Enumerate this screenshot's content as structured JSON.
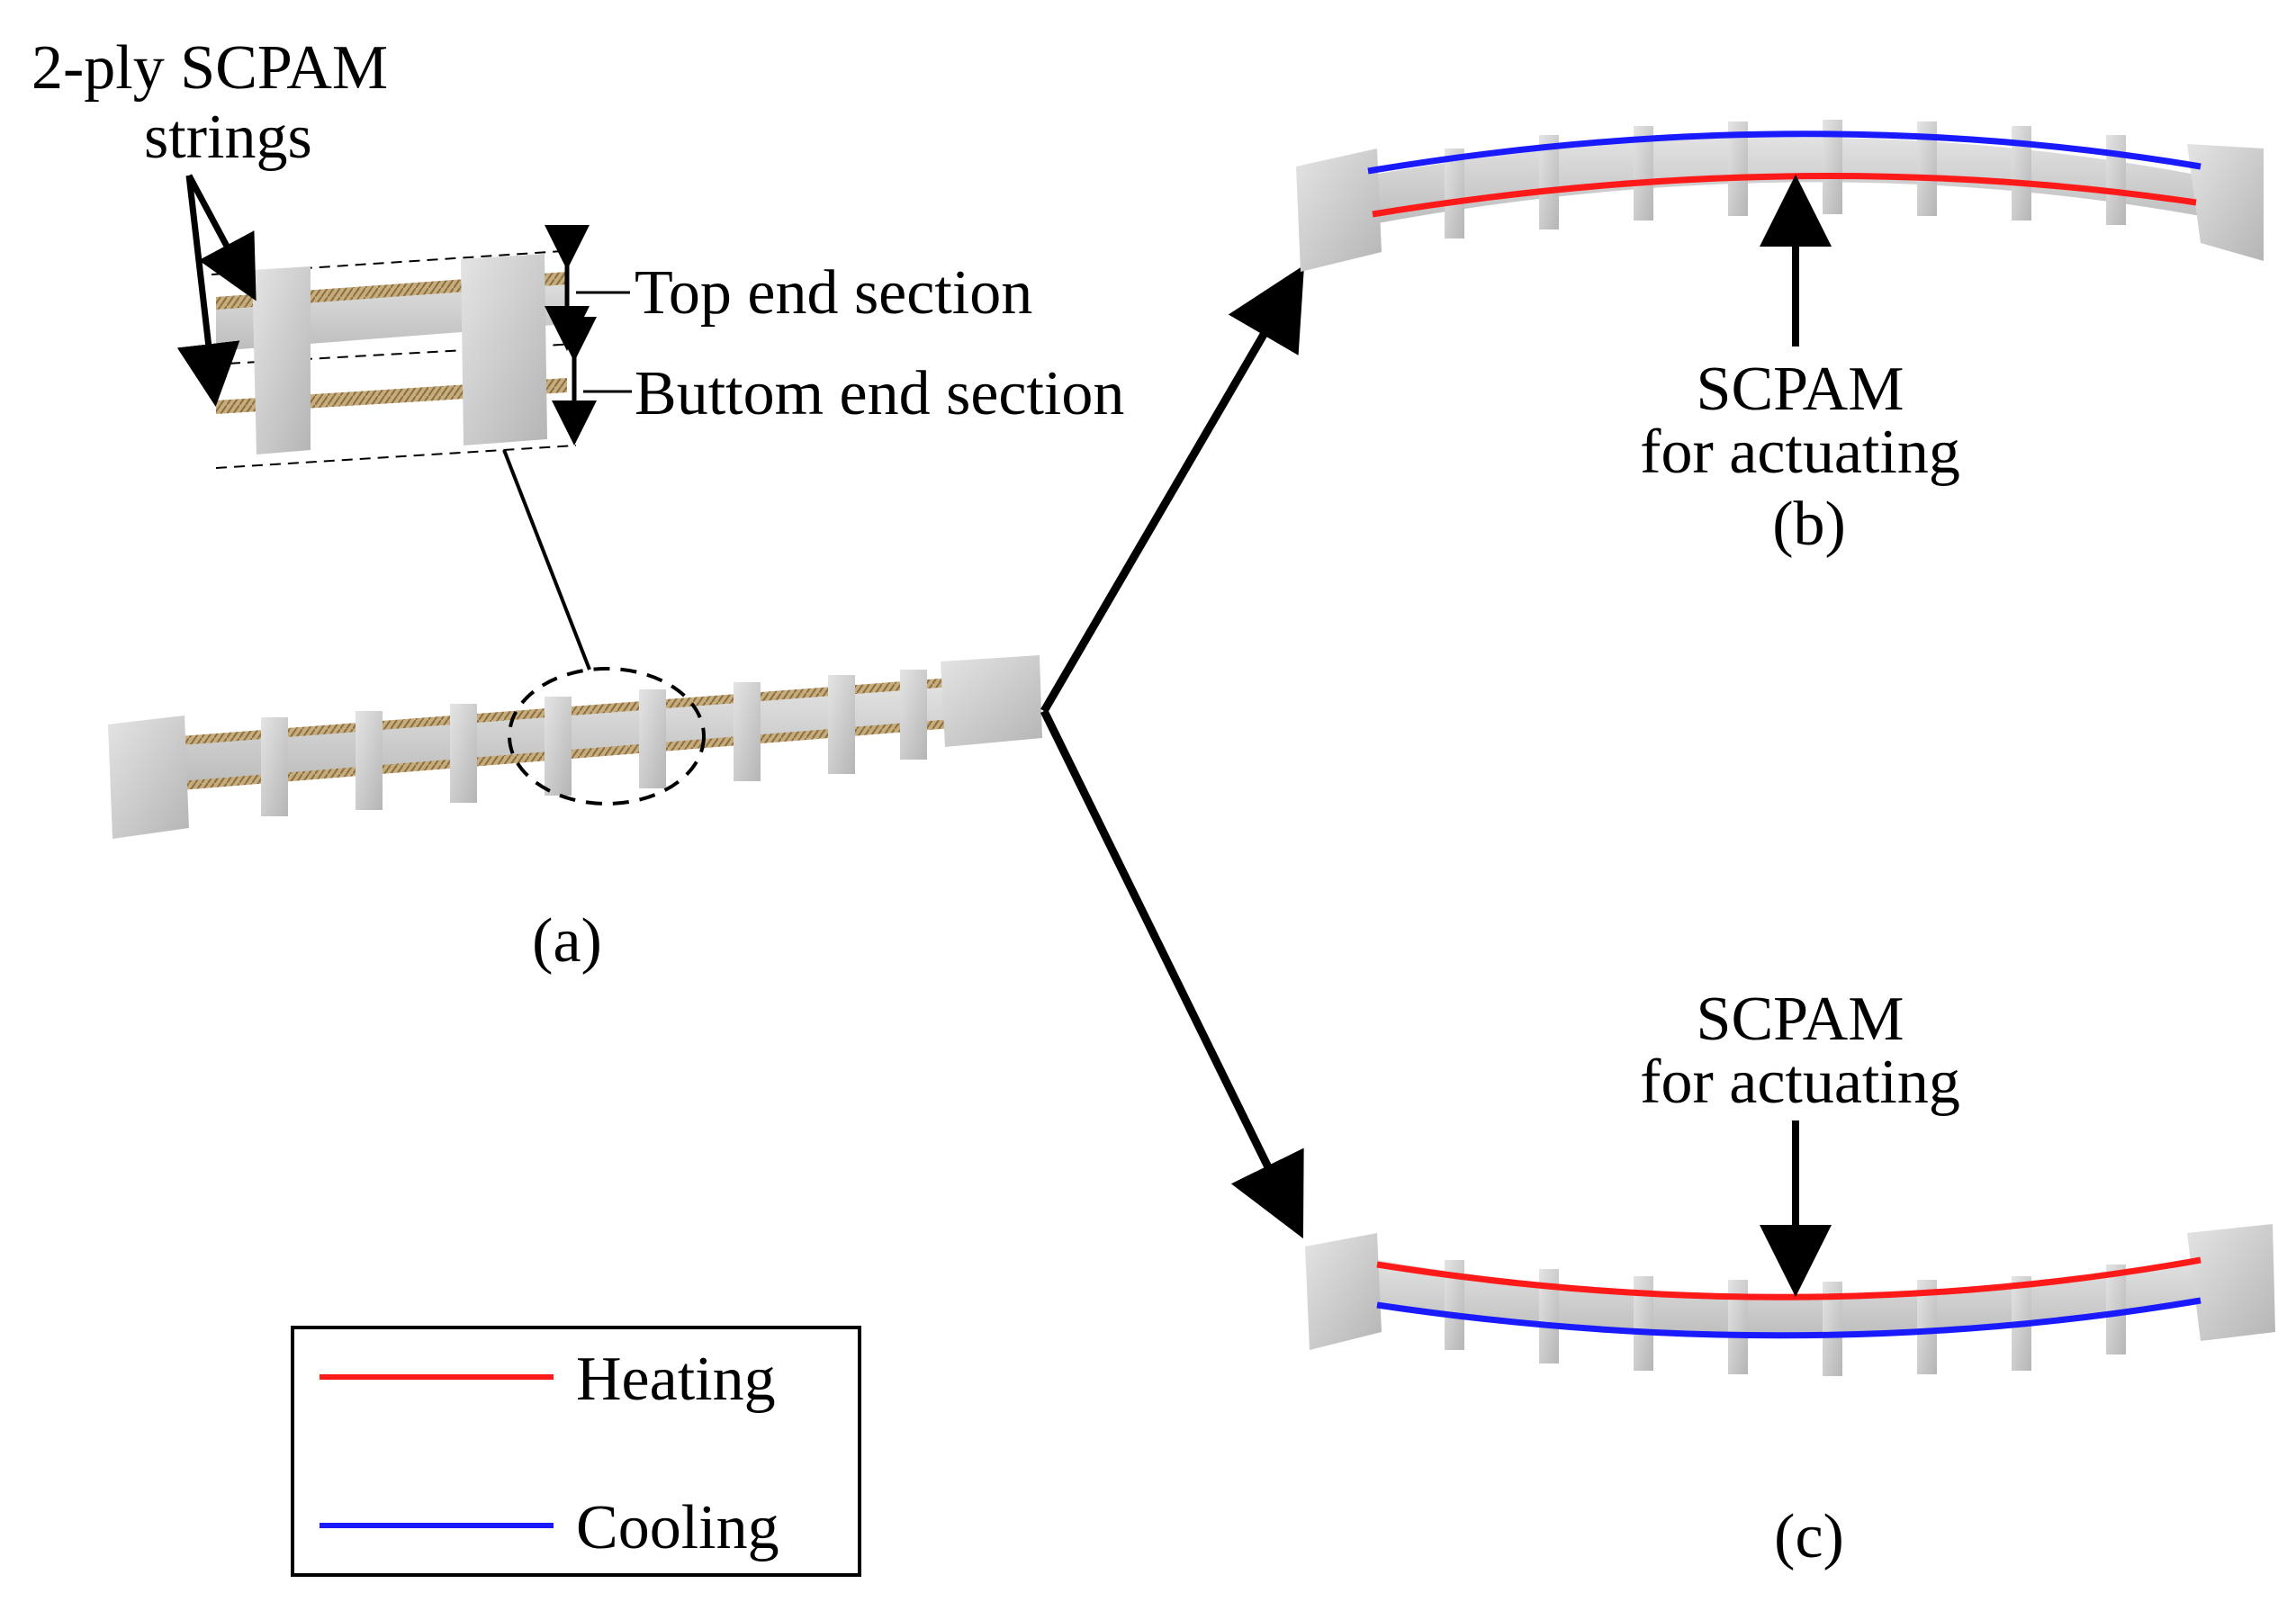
{
  "labels": {
    "strings_line1": "2-ply SCPAM",
    "strings_line2": "strings",
    "top_section": "Top end section",
    "bottom_section": "Buttom end section",
    "panel_a": "(a)",
    "panel_b": "(b)",
    "panel_c": "(c)",
    "scpam_b_line1": "SCPAM",
    "scpam_b_line2": "for actuating",
    "scpam_c_line1": "SCPAM",
    "scpam_c_line2": "for actuating"
  },
  "legend": {
    "items": [
      {
        "label": "Heating",
        "color": "#ff1a1a"
      },
      {
        "label": "Cooling",
        "color": "#1a1aff"
      }
    ]
  },
  "colors": {
    "heating": "#ff1a1a",
    "cooling": "#1a1aff",
    "body": "#cfcfcf",
    "block": "#c4c4c4",
    "string": "#b89a6a"
  }
}
